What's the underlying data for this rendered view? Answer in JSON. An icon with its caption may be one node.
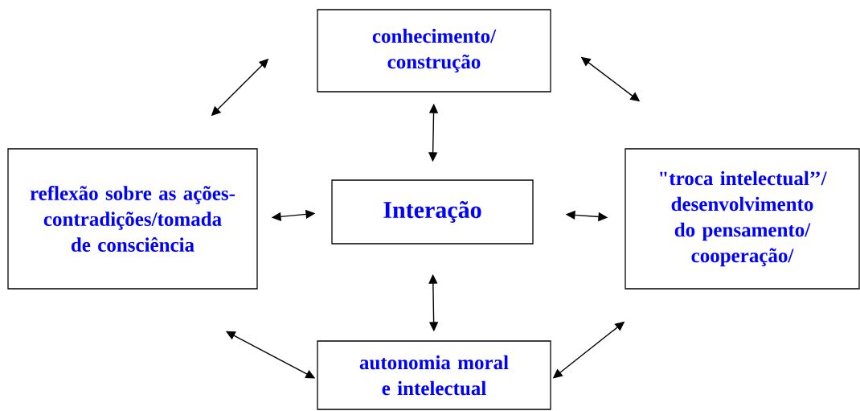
{
  "diagram": {
    "nodes": [
      {
        "text": [
          "conhecimento/ construção"
        ]
      },
      {
        "text": [
          "reflexão sobre as ações- contradições/tomada de consciência"
        ]
      },
      {
        "text": [
          "Interação"
        ]
      },
      {
        "text": [
          "\"troca intelectual’’/ desenvolvimento do pensamento/ cooperação/"
        ]
      },
      {
        "text": [
          "autonomia moral e intelectual"
        ]
      }
    ],
    "edges": [
      {
        "from": 0,
        "to": 2,
        "arrow": "both"
      },
      {
        "from": 1,
        "to": 2,
        "arrow": "both"
      },
      {
        "from": 2,
        "to": 3,
        "arrow": "both"
      },
      {
        "from": 2,
        "to": 4,
        "arrow": "both"
      },
      {
        "from": 0,
        "to": 1,
        "arrow": "both"
      },
      {
        "from": 0,
        "to": 3,
        "arrow": "both"
      },
      {
        "from": 1,
        "to": 4,
        "arrow": "both"
      },
      {
        "from": 3,
        "to": 4,
        "arrow": "both"
      }
    ]
  }
}
